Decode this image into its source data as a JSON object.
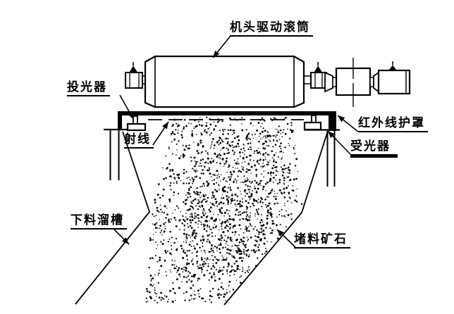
{
  "labels": {
    "drive_drum": "机头驱动滚筒",
    "projector": "投光器",
    "ray": "射线",
    "infrared_cover": "红外线护罩",
    "receiver": "受光器",
    "discharge_chute": "下料溜槽",
    "blocked_ore": "堵料矿石"
  },
  "colors": {
    "line": "#000000",
    "background": "#ffffff"
  }
}
